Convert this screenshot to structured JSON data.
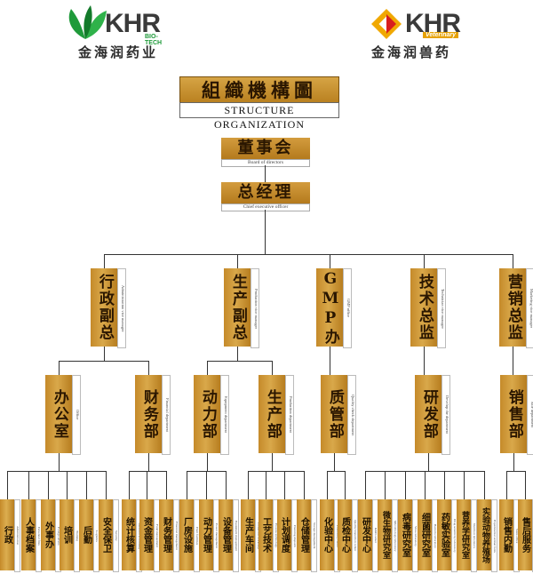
{
  "logos": {
    "left": {
      "brand": "KHR",
      "tag": "BIO-TECH",
      "name": "金海润药业"
    },
    "right": {
      "brand": "KHR",
      "tag": "Veterinary",
      "name": "金海润兽药"
    }
  },
  "title": {
    "cn": "組織機構圖",
    "en": "STRUCTURE ORGANIZATION"
  },
  "board": {
    "cn": "董事会",
    "en": "Board of directors"
  },
  "ceo": {
    "cn": "总经理",
    "en": "Chief executive officer"
  },
  "level1": [
    {
      "cn": "行政副总",
      "en": "Administration vice manager"
    },
    {
      "cn": "生产副总",
      "en": "Production vice manager"
    },
    {
      "cn": "GMP办",
      "en": "GMP office"
    },
    {
      "cn": "技术总监",
      "en": "Technician vice manager"
    },
    {
      "cn": "营销总监",
      "en": "Marketing vice manager"
    }
  ],
  "level2": [
    {
      "cn": "办公室",
      "en": "Office"
    },
    {
      "cn": "财务部",
      "en": "Financial department"
    },
    {
      "cn": "动力部",
      "en": "Equipment department"
    },
    {
      "cn": "生产部",
      "en": "Production department"
    },
    {
      "cn": "质管部",
      "en": "Quality check department"
    },
    {
      "cn": "研发部",
      "en": "Develop the department"
    },
    {
      "cn": "销售部",
      "en": "Sale department"
    }
  ],
  "leaves": [
    {
      "cn": "行政",
      "en": "Administration"
    },
    {
      "cn": "人事档案",
      "en": "Personnel files"
    },
    {
      "cn": "外事办",
      "en": "Foreign affairs"
    },
    {
      "cn": "培训",
      "en": "Training"
    },
    {
      "cn": "后勤",
      "en": "Logistics"
    },
    {
      "cn": "安全保卫",
      "en": "Security"
    },
    {
      "cn": "统计核算",
      "en": "Statistical accounting"
    },
    {
      "cn": "资金管理",
      "en": "Fund management"
    },
    {
      "cn": "财务管理",
      "en": "Financial management"
    },
    {
      "cn": "厂房设施",
      "en": "Plant facilities"
    },
    {
      "cn": "动力管理",
      "en": "Power management"
    },
    {
      "cn": "设备管理",
      "en": "Equipment management"
    },
    {
      "cn": "生产车间",
      "en": "Production workshop"
    },
    {
      "cn": "工艺技术",
      "en": "Process technology"
    },
    {
      "cn": "计划调度",
      "en": "Planning dispatch"
    },
    {
      "cn": "仓储管理",
      "en": "Storage management"
    },
    {
      "cn": "化验中心",
      "en": "Laboratory center"
    },
    {
      "cn": "质检中心",
      "en": "Quality inspection center"
    },
    {
      "cn": "研发中心",
      "en": "R&D center"
    },
    {
      "cn": "微生物研究室",
      "en": "Microbiology laboratory"
    },
    {
      "cn": "病毒研究室",
      "en": "Virus laboratory"
    },
    {
      "cn": "细菌研究室",
      "en": "Bacteria laboratory"
    },
    {
      "cn": "药敏实验室",
      "en": "Drug sensitivity laboratory"
    },
    {
      "cn": "营养学研究室",
      "en": "Nutrition laboratory"
    },
    {
      "cn": "实验动物养殖场",
      "en": "Experimental animal farm"
    },
    {
      "cn": "销售内勤",
      "en": "Sales office"
    },
    {
      "cn": "售后服务",
      "en": "After-sales service"
    }
  ]
}
